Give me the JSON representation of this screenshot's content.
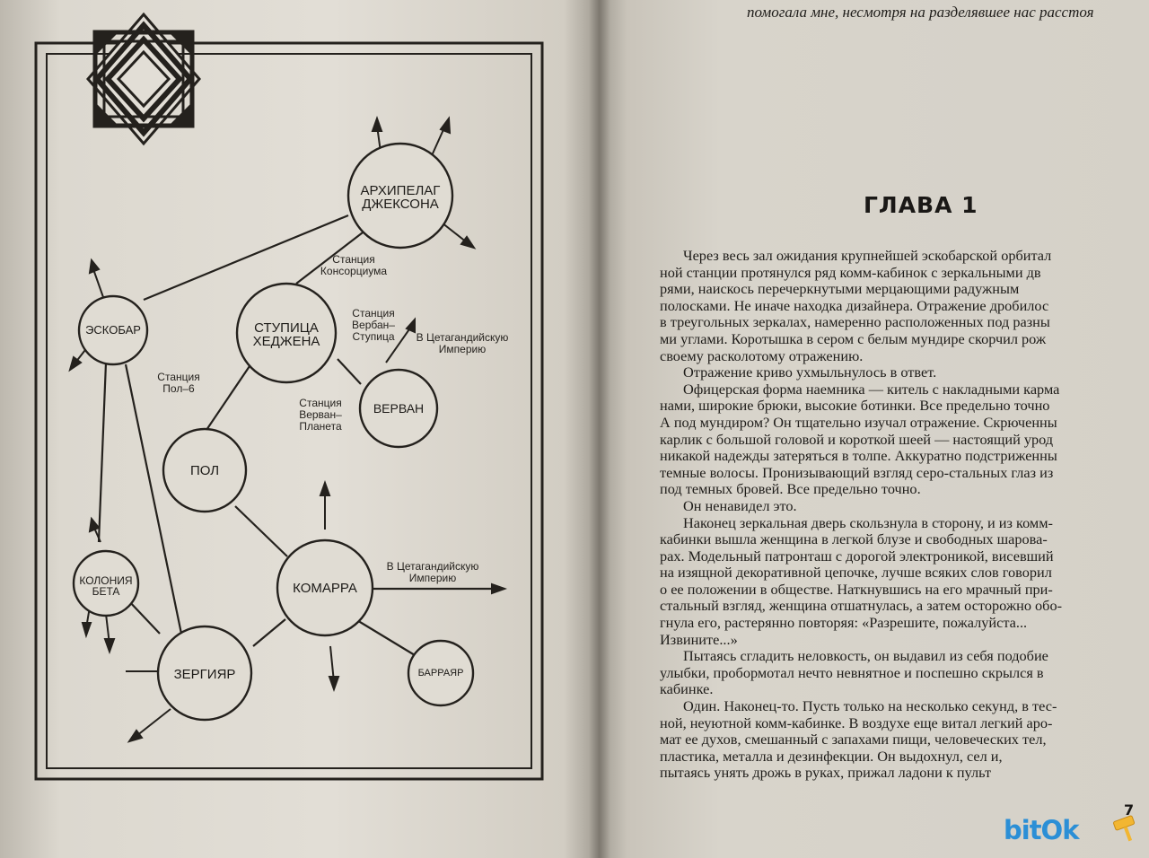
{
  "map": {
    "nodes": {
      "jackson": [
        "АРХИПЕЛАГ",
        "ДЖЕКСОНА"
      ],
      "escobar": "ЭСКОБАР",
      "hegen": [
        "СТУПИЦА",
        "ХЕДЖЕНА"
      ],
      "vervain": "ВЕРВАН",
      "pol": "ПОЛ",
      "komarr": "КОМАРРА",
      "beta": [
        "КОЛОНИЯ",
        "БЕТА"
      ],
      "sergyar": "ЗЕРГИЯР",
      "barrayar": "БАРРАЯР"
    },
    "labels": {
      "consortium": [
        "Станция",
        "Консорциума"
      ],
      "vervain_hub": [
        "Станция",
        "Вербан–",
        "Ступица"
      ],
      "cetaganda_1": [
        "В Цетагандийскую",
        "Империю"
      ],
      "pol_six": [
        "Станция",
        "Пол–6"
      ],
      "vervain_planet": [
        "Станция",
        "Верван–",
        "Планета"
      ],
      "cetaganda_2": [
        "В Цетагандийскую",
        "Империю"
      ]
    }
  },
  "text": {
    "epigraph": "помогала мне, несмотря на разделявшее нас расстоя",
    "chapter_title": "ГЛАВА 1",
    "paragraphs": [
      "Через весь зал ожидания крупнейшей эскобарской орбитал",
      "ной станции протянулся ряд комм-кабинок с зеркальными дв",
      "рями, наискось перечеркнутыми мерцающими радужным",
      "полосками. Не иначе находка дизайнера. Отражение дробилос",
      "в треугольных зеркалах, намеренно расположенных под разны",
      "ми углами. Коротышка в сером с белым мундире скорчил рож",
      "своему расколотому отражению.",
      "Отражение криво ухмыльнулось в ответ.",
      "Офицерская форма наемника — китель с накладными карма",
      "нами, широкие брюки, высокие ботинки. Все предельно точно",
      "А под мундиром? Он тщательно изучал отражение. Скрюченны",
      "карлик с большой головой и короткой шеей — настоящий урод",
      "никакой надежды затеряться в толпе. Аккуратно подстриженны",
      "темные волосы. Пронизывающий взгляд серо-стальных глаз из",
      "под темных бровей. Все предельно точно.",
      "Он ненавидел это.",
      "Наконец зеркальная дверь скользнула в сторону, и из комм-",
      "кабинки вышла женщина в легкой блузе и свободных шарова-",
      "рах. Модельный патронташ с дорогой электроникой, висевший",
      "на изящной декоративной цепочке, лучше всяких слов говорил",
      "о ее положении в обществе. Наткнувшись на его мрачный при-",
      "стальный взгляд, женщина отшатнулась, а затем осторожно обо-",
      "гнула его, растерянно повторяя: «Разрешите, пожалуйста...",
      "Извините...»",
      "Пытаясь сгладить неловкость, он выдавил из себя подобие",
      "улыбки, пробормотал нечто невнятное и поспешно скрылся в",
      "кабинке.",
      "Один. Наконец-то. Пусть только на несколько секунд, в тес-",
      "ной, неуютной комм-кабинке. В воздухе еще витал легкий аро-",
      "мат ее духов, смешанный с запахами пищи, человеческих тел,",
      "пластика, металла и дезинфекции. Он выдохнул, сел и,",
      "пытаясь унять дрожь в руках, прижал ладони к пульт"
    ],
    "page_number": "7",
    "watermark": "bitOk"
  }
}
